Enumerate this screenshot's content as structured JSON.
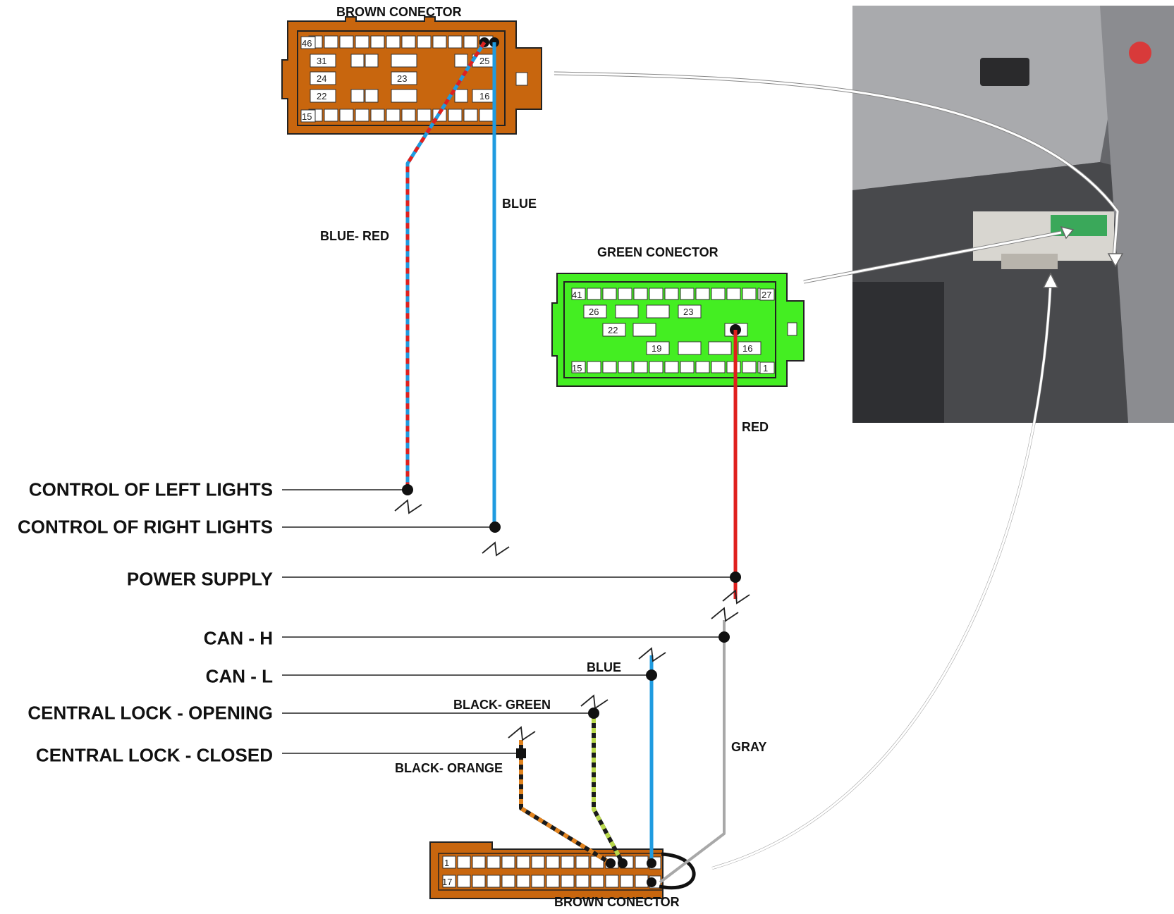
{
  "connectors": {
    "top_brown": {
      "title": "BROWN  CONECTOR",
      "color": "#c8660e",
      "pins": {
        "p46": "46",
        "p31": "31",
        "p24": "24",
        "p22": "22",
        "p15": "15",
        "p25": "25",
        "p23": "23",
        "p16": "16"
      }
    },
    "green": {
      "title": "GREEN  CONECTOR",
      "color": "#44ee22",
      "pins": {
        "p41": "41",
        "p27": "27",
        "p26": "26",
        "p23": "23",
        "p22": "22",
        "p19": "19",
        "p16": "16",
        "p15": "15",
        "p1": "1"
      }
    },
    "bottom_brown": {
      "title": "BROWN  CONECTOR",
      "color": "#c8660e",
      "pins": {
        "p1": "1",
        "p17": "17"
      }
    }
  },
  "wires": {
    "blue_red": "BLUE-  RED",
    "blue_top": "BLUE",
    "red": "RED",
    "blue_bottom": "BLUE",
    "black_green": "BLACK- GREEN",
    "black_orange": "BLACK- ORANGE",
    "gray": "GRAY"
  },
  "signals": {
    "left_lights": "CONTROL OF LEFT LIGHTS",
    "right_lights": "CONTROL OF RIGHT LIGHTS",
    "power_supply": "POWER SUPPLY",
    "can_h": "CAN - H",
    "can_l": "CAN - L",
    "lock_opening": "CENTRAL LOCK - OPENING",
    "lock_closed": "CENTRAL LOCK - CLOSED"
  },
  "colors": {
    "wire_blue": "#1f9be0",
    "wire_red": "#e0201e",
    "wire_gray": "#a8a8a8",
    "wire_black": "#1a1a1a",
    "wire_green": "#b8d84a",
    "wire_orange": "#e0821e"
  }
}
